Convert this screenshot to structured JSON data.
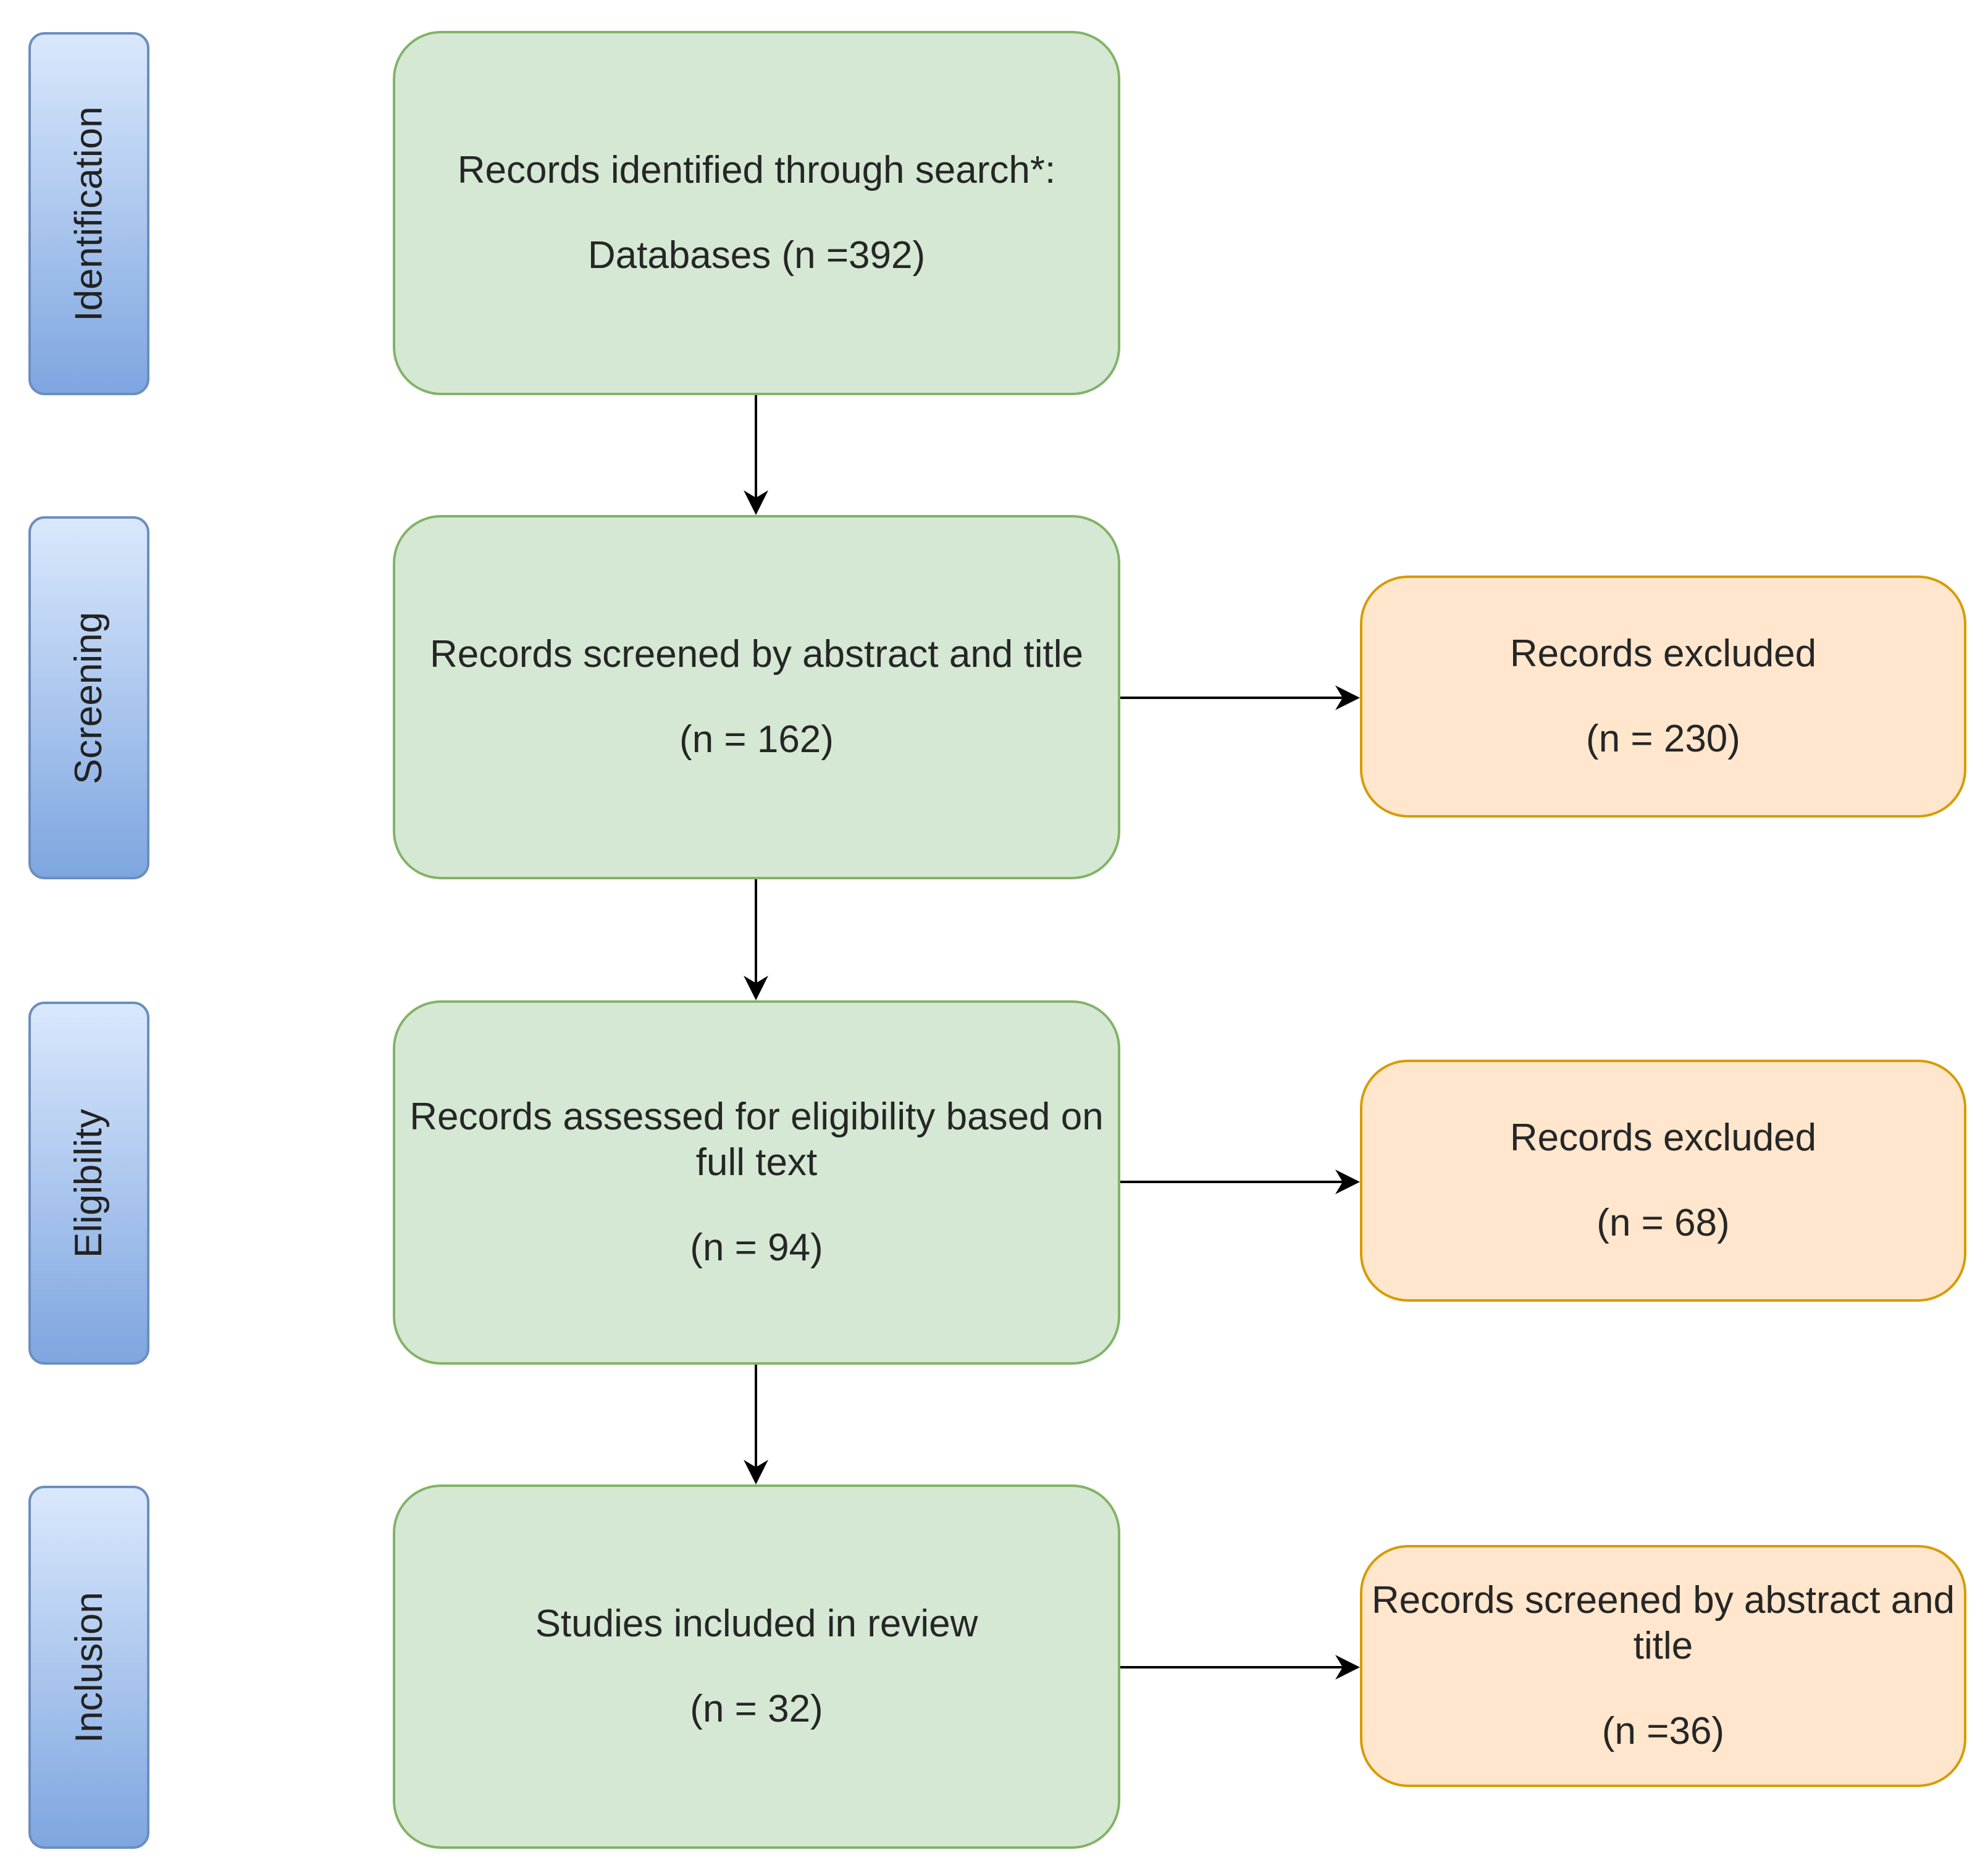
{
  "stages": [
    {
      "id": "identification",
      "label": "Identification"
    },
    {
      "id": "screening",
      "label": "Screening"
    },
    {
      "id": "eligibility",
      "label": "Eligibility"
    },
    {
      "id": "inclusion",
      "label": "Inclusion"
    }
  ],
  "main_boxes": [
    {
      "id": "identified",
      "text": "Records identified through search*:",
      "count": "Databases (n =392)"
    },
    {
      "id": "screened",
      "text": "Records screened by abstract and title",
      "count": "(n = 162)"
    },
    {
      "id": "assessed",
      "text": "Records assessed for eligibility based on full text",
      "count": "(n = 94)"
    },
    {
      "id": "included",
      "text": "Studies included in review",
      "count": "(n = 32)"
    }
  ],
  "side_boxes": [
    {
      "id": "excluded-screening",
      "text": "Records excluded",
      "count": "(n = 230)"
    },
    {
      "id": "excluded-eligibility",
      "text": "Records excluded",
      "count": "(n = 68)"
    },
    {
      "id": "inclusion-side",
      "text": "Records screened by abstract and title",
      "count": "(n =36)"
    }
  ],
  "colors": {
    "stage_fill_top": "#dae8fc",
    "stage_fill_bottom": "#7ea6e0",
    "stage_border": "#6c8ebf",
    "main_fill": "#d5e8d4",
    "main_border": "#82b366",
    "side_fill": "#ffe6cc",
    "side_border": "#d79b00",
    "arrow": "#000000"
  }
}
